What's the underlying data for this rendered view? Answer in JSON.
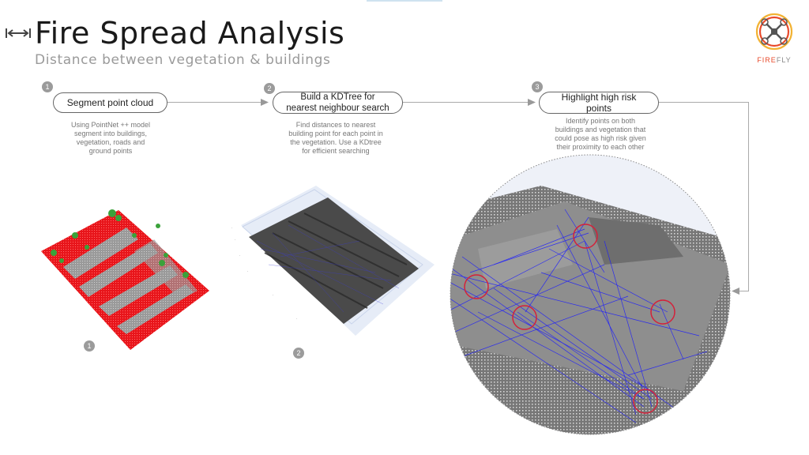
{
  "header": {
    "title": "Fire Spread Analysis",
    "subtitle": "Distance between vegetation & buildings"
  },
  "logo": {
    "text_fire": "FIRE",
    "text_fly": "FLY"
  },
  "steps": [
    {
      "number": "1",
      "label": "Segment point cloud",
      "description": [
        "Using PointNet ++ model",
        "segment into buildings,",
        "vegetation, roads and",
        "ground points"
      ]
    },
    {
      "number": "2",
      "label_lines": [
        "Build a KDTree for",
        "nearest neighbour search"
      ],
      "description": [
        "Find distances to nearest",
        "building point for each point in",
        "the vegetation. Use a KDtree",
        "for efficient searching"
      ]
    },
    {
      "number": "3",
      "label_lines": [
        "Highlight high risk",
        "points"
      ],
      "description": [
        "Identify points on both",
        "buildings and vegetation that",
        "could pose as high risk given",
        "their proximity to each other"
      ]
    }
  ],
  "image_badges": [
    "1",
    "2"
  ],
  "colors": {
    "buildings": "#e8151b",
    "vegetation": "#3aa23a",
    "ground": "#9a9a9a",
    "lines": "#1a1aff",
    "risk_circle": "#d4213a"
  }
}
